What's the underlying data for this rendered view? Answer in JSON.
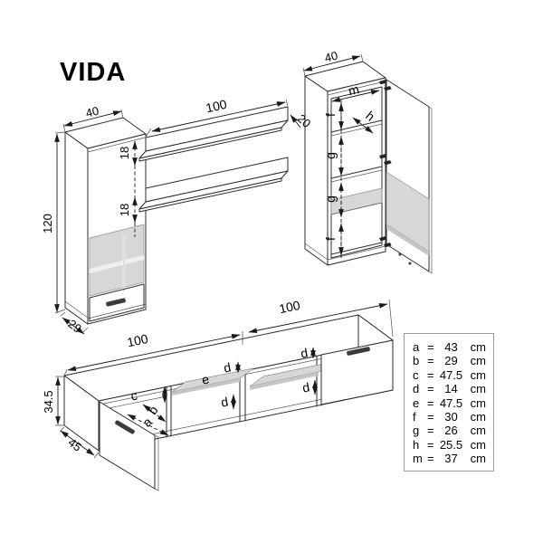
{
  "title": "VIDA",
  "diagram": {
    "left_cabinet": {
      "width": "40",
      "height": "120",
      "depth": "29",
      "shelf_gap_top": "18",
      "shelf_gap_bottom": "18"
    },
    "wall_shelves": {
      "width": "100",
      "depth": "20"
    },
    "right_cabinet": {
      "width": "40",
      "inner_width_label": "m",
      "top_section_label": "f",
      "shelf_depth_label": "h",
      "mid_section_label": "g",
      "lower_section_label": "g",
      "bottom_section_label": "f"
    },
    "tv_stand": {
      "left_width": "100",
      "right_width": "100",
      "height": "34.5",
      "depth": "45",
      "inner_height_label": "c",
      "inner_diag_label": "b",
      "door_diag_label": "a",
      "shelf_label": "e",
      "gap_top_label": "d",
      "gap_bottom_label": "d",
      "gap_top_right_label": "d",
      "gap_bottom_right_label": "d"
    }
  },
  "legend": {
    "eq": "=",
    "rows": [
      {
        "key": "a",
        "value": "43",
        "unit": "cm"
      },
      {
        "key": "b",
        "value": "29",
        "unit": "cm"
      },
      {
        "key": "c",
        "value": "47.5",
        "unit": "cm"
      },
      {
        "key": "d",
        "value": "14",
        "unit": "cm"
      },
      {
        "key": "e",
        "value": "47.5",
        "unit": "cm"
      },
      {
        "key": "f",
        "value": "30",
        "unit": "cm"
      },
      {
        "key": "g",
        "value": "26",
        "unit": "cm"
      },
      {
        "key": "h",
        "value": "25.5",
        "unit": "cm"
      },
      {
        "key": "m",
        "value": "37",
        "unit": "cm"
      }
    ]
  }
}
